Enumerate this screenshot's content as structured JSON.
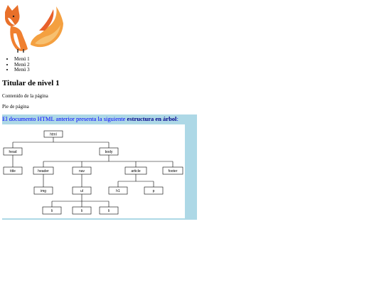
{
  "logo": {
    "icon": "fox-logo"
  },
  "menu": {
    "items": [
      "Menú 1",
      "Menú 2",
      "Menú 3"
    ]
  },
  "heading": "Titular de nivel 1",
  "content_text": "Contenido de la página",
  "footer_text": "Pie de página",
  "panel": {
    "intro_text": "El documento HTML anterior presenta la siguiente ",
    "bold_text": "estructura en árbol",
    "colon": ":",
    "background": "#add8e6",
    "text_color": "#0000ff"
  },
  "tree": {
    "html": "html",
    "head": "head",
    "body": "body",
    "title": "title",
    "header": "header",
    "nav": "nav",
    "article": "article",
    "footer": "footer",
    "img": "img",
    "ul": "ul",
    "h1": "h1",
    "p": "p",
    "li_1": "li",
    "li_2": "li",
    "li_3": "li"
  }
}
